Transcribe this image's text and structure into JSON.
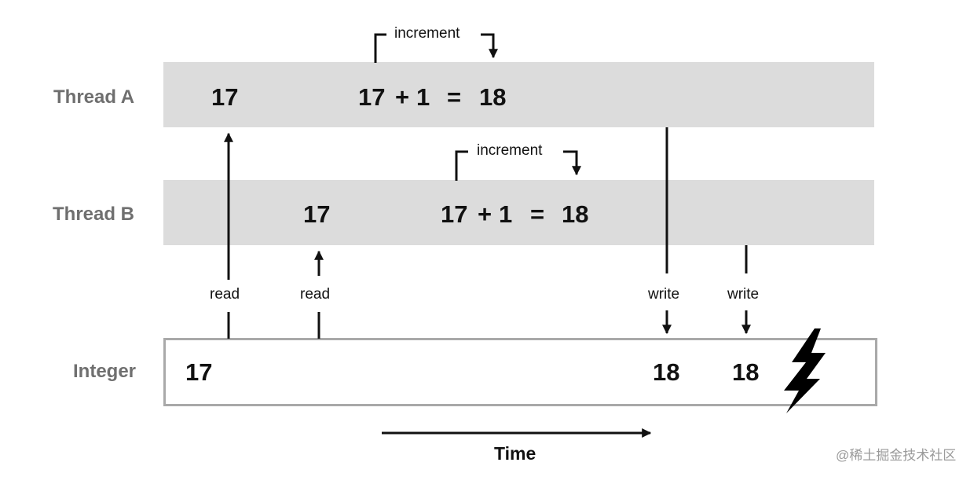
{
  "rows": {
    "thread_a": "Thread A",
    "thread_b": "Thread B",
    "integer": "Integer"
  },
  "thread_a": {
    "read_value": "17",
    "expr_left": "17",
    "expr_plus": "+",
    "expr_one": "1",
    "expr_eq": "=",
    "expr_result": "18",
    "increment_label": "increment"
  },
  "thread_b": {
    "read_value": "17",
    "expr_left": "17",
    "expr_plus": "+",
    "expr_one": "1",
    "expr_eq": "=",
    "expr_result": "18",
    "increment_label": "increment"
  },
  "integer": {
    "initial_value": "17",
    "after_write_a": "18",
    "after_write_b": "18"
  },
  "arrows": {
    "read_a": "read",
    "read_b": "read",
    "write_a": "write",
    "write_b": "write"
  },
  "axis": {
    "time_label": "Time"
  },
  "icons": {
    "conflict": "lightning-bolt-icon"
  },
  "watermark": "@稀土掘金技术社区"
}
